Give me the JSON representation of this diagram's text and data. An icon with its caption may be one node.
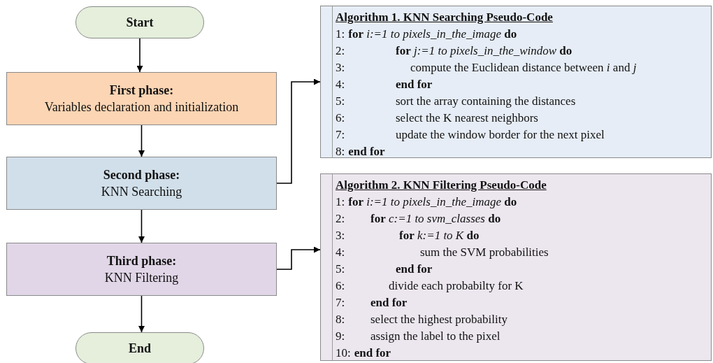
{
  "diagram": {
    "nodes": [
      {
        "text": [
          "Start"
        ]
      },
      {
        "text": [
          "First phase:",
          "Variables declaration and initialization"
        ]
      },
      {
        "text": [
          "Second phase:",
          "KNN Searching"
        ]
      },
      {
        "text": [
          "Third phase:",
          "KNN Filtering"
        ]
      },
      {
        "text": [
          "End"
        ]
      },
      {
        "text": [
          "Algorithm 1. KNN Searching Pseudo-Code",
          "1:",
          "**for** *i:=1 to pixels_in_the_image* **do**",
          "2:",
          "**for** *j:=1 to pixels_in_the_window* **do**",
          "3:",
          "compute the Euclidean distance between *i* and *j*",
          "4:",
          "**end for**",
          "5:",
          "sort the array containing the distances",
          "6:",
          "select the K nearest neighbors",
          "7:",
          "update the window border for the next pixel",
          "8:",
          "**end for**"
        ]
      },
      {
        "text": [
          "Algorithm 2. KNN Filtering Pseudo-Code",
          "1:",
          "**for** *i:=1 to pixels_in_the_image* **do**",
          "2:",
          "**for** *c:=1 to svm_classes* **do**",
          "3:",
          "**for** *k:=1 to K* **do**",
          "4:",
          "sum the SVM probabilities",
          "5:",
          "**end for**",
          "6:",
          "divide each probabilty for K",
          "7:",
          "**end for**",
          "8:",
          "select the highest probability",
          "9:",
          "assign the label to the pixel",
          "10:",
          "**end for**"
        ]
      }
    ],
    "edges": [
      {
        "from": 0,
        "to": 1,
        "arrow": "to"
      },
      {
        "from": 1,
        "to": 2,
        "arrow": "to"
      },
      {
        "from": 2,
        "to": 3,
        "arrow": "to"
      },
      {
        "from": 3,
        "to": 4,
        "arrow": "to"
      },
      {
        "from": 2,
        "to": 5,
        "arrow": "to"
      },
      {
        "from": 3,
        "to": 6,
        "arrow": "to"
      }
    ]
  }
}
